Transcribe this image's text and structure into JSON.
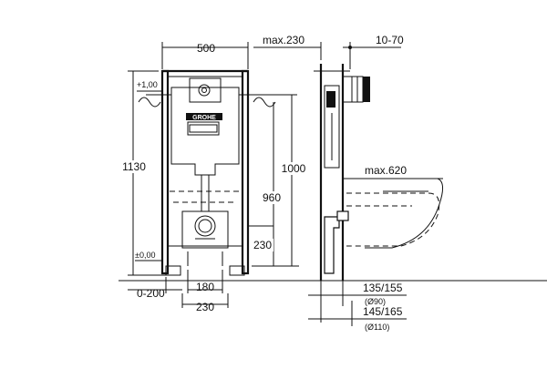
{
  "dimensions": {
    "frame_width": "500",
    "depth_max": "max.230",
    "adjust_range": "10-70",
    "height_total": "1130",
    "height_1000": "1000",
    "height_960": "960",
    "height_230": "230",
    "level_top": "+1,00",
    "level_zero": "±0,00",
    "projection_max": "max.620",
    "foot_offset": "0-200",
    "spacing_180": "180",
    "spacing_230": "230",
    "waste_135_155": "135/155",
    "pipe_90": "(Ø90)",
    "waste_145_165": "145/165",
    "pipe_110": "(Ø110)"
  },
  "brand": "GROHE",
  "colors": {
    "line": "#111111",
    "background": "#ffffff"
  }
}
